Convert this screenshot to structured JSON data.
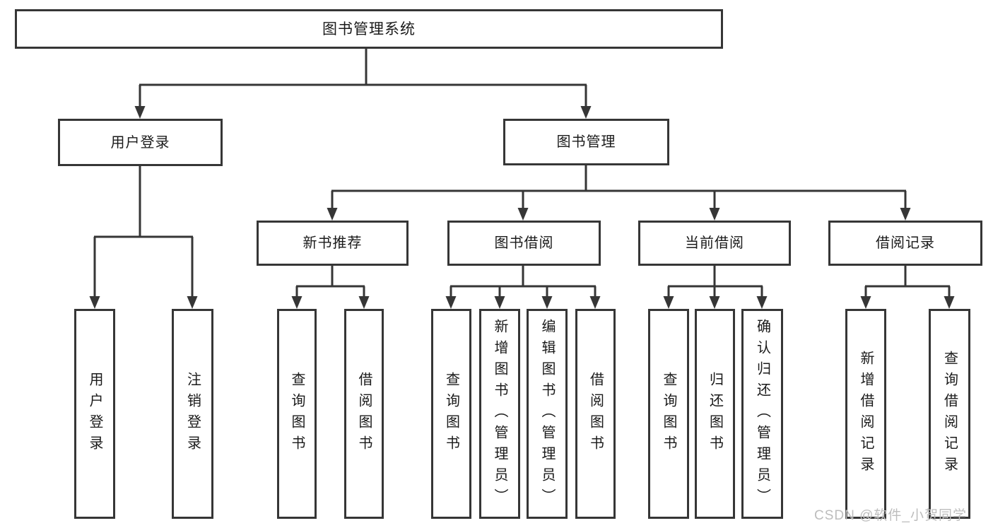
{
  "diagram": {
    "root": {
      "label": "图书管理系统"
    },
    "login": {
      "label": "用户登录",
      "children": [
        {
          "label": "用户登录"
        },
        {
          "label": "注销登录"
        }
      ]
    },
    "management": {
      "label": "图书管理",
      "sections": [
        {
          "label": "新书推荐",
          "children": [
            "查询图书",
            "借阅图书"
          ]
        },
        {
          "label": "图书借阅",
          "children": [
            "查询图书",
            "新增图书（管理员）",
            "编辑图书（管理员）",
            "借阅图书"
          ]
        },
        {
          "label": "当前借阅",
          "children": [
            "查询图书",
            "归还图书",
            "确认归还（管理员）"
          ]
        },
        {
          "label": "借阅记录",
          "children": [
            "新增借阅记录",
            "查询借阅记录"
          ]
        }
      ]
    }
  },
  "watermark": {
    "text": "CSDN @软件_小贺同学"
  },
  "colors": {
    "line": "#363636",
    "box_border": "#363636",
    "text": "#1a1a1a",
    "watermark": "#bdbdbd",
    "background": "#ffffff"
  }
}
